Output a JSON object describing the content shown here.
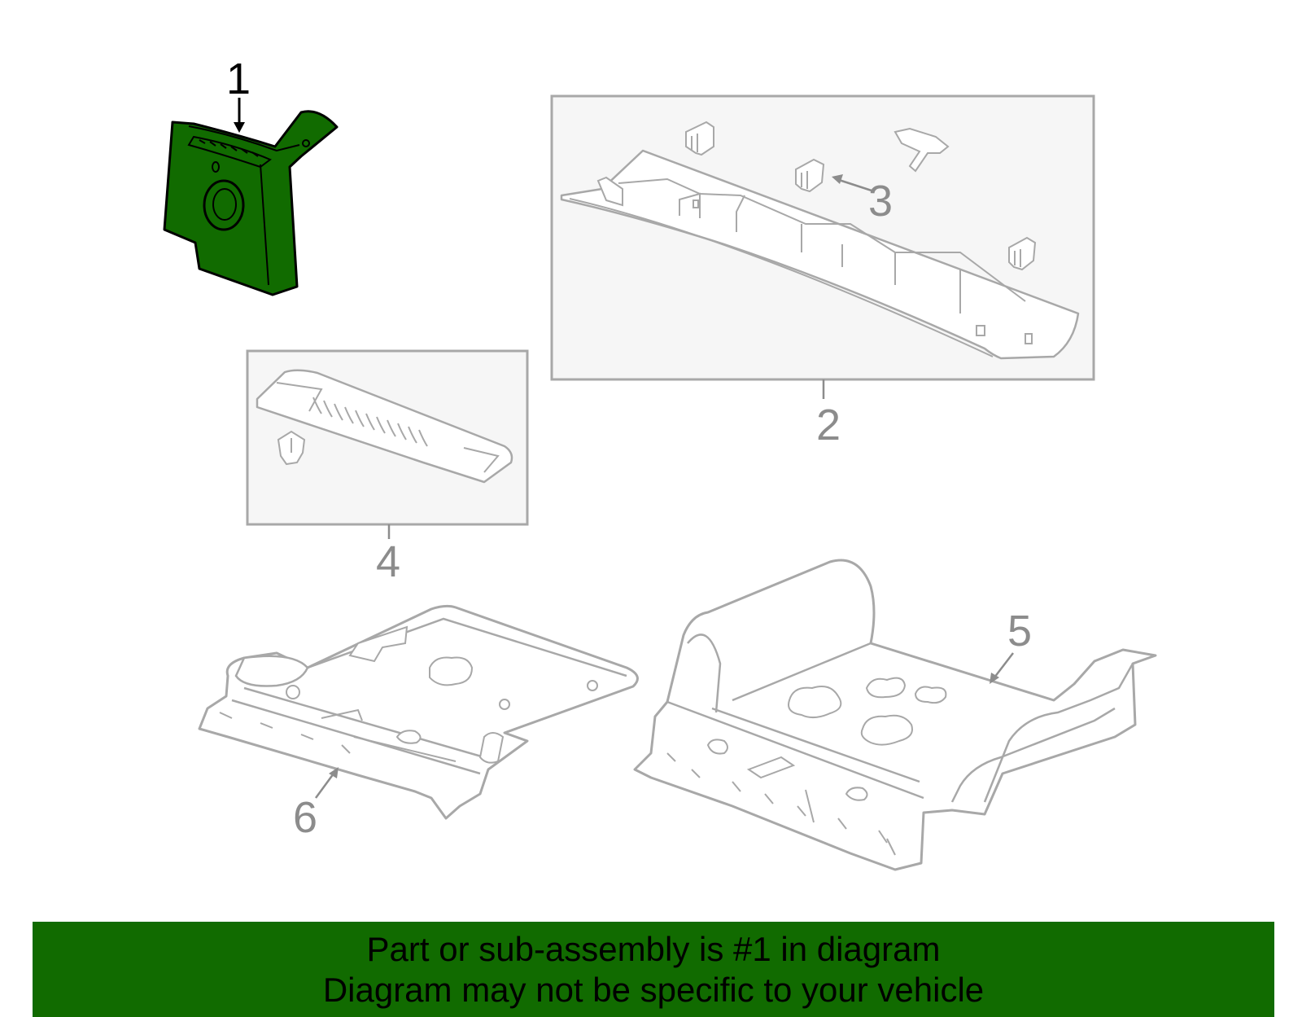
{
  "colors": {
    "highlight_part": "#116b00",
    "banner_background": "#116b00",
    "outline_grey": "#a8a8a8",
    "inset_box_fill": "#f6f6f6",
    "callout_active": "#000000",
    "callout_inactive": "#8c8c8c"
  },
  "callouts": {
    "c1": "1",
    "c2": "2",
    "c3": "3",
    "c4": "4",
    "c5": "5",
    "c6": "6"
  },
  "banner": {
    "line1": "Part or sub-assembly is #1 in diagram",
    "line2": "Diagram may not be specific to your vehicle"
  }
}
